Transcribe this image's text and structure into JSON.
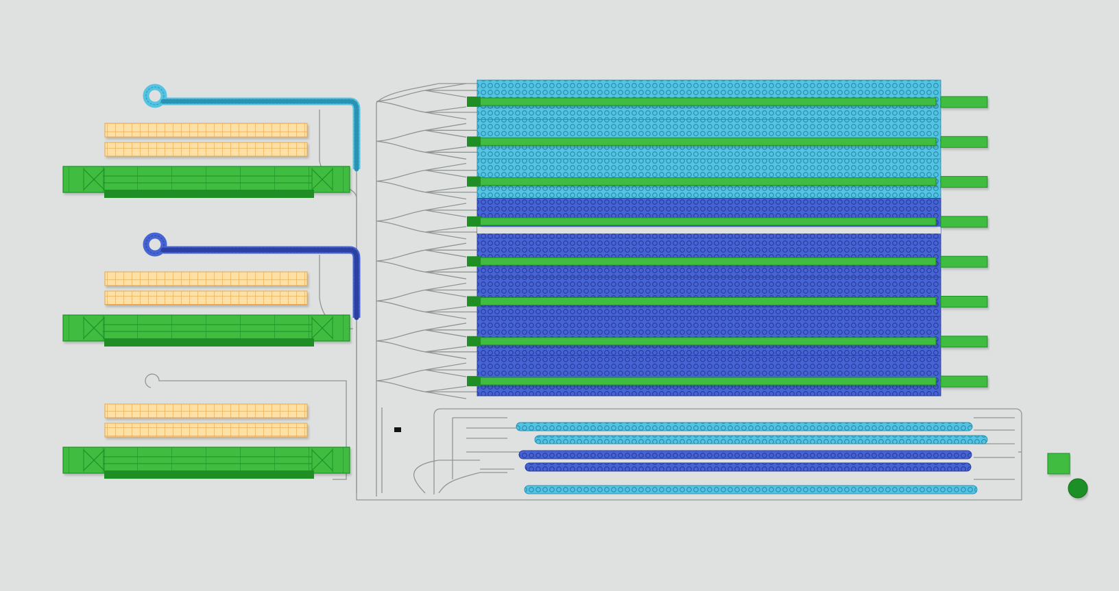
{
  "diagram": {
    "background": "#dfe1e0",
    "colors": {
      "line": "#8f9593",
      "green_light": "#3fbd3f",
      "green_dark": "#1f8f25",
      "orange_light": "#fde0a6",
      "orange_dark": "#e8a74c",
      "cyan": "#55c3e2",
      "cyan_dark": "#2a93b4",
      "blue": "#4664d4",
      "blue_dark": "#2c40a2",
      "marker": "#111111"
    },
    "left_modules": [
      {
        "name": "module-1",
        "loop_color": "cyan",
        "has_loop": true
      },
      {
        "name": "module-2",
        "loop_color": "blue",
        "has_loop": true
      },
      {
        "name": "module-3",
        "loop_color": "none",
        "has_loop": false
      }
    ],
    "main_array": {
      "band_colors": [
        "cyan",
        "cyan",
        "cyan",
        "blue",
        "blue",
        "blue",
        "blue",
        "blue"
      ],
      "green_bar_count": 8
    },
    "lower_array": {
      "row_colors": [
        "cyan",
        "cyan",
        "blue",
        "blue",
        "cyan"
      ]
    },
    "end_nodes": [
      "square-node",
      "circle-node"
    ]
  }
}
